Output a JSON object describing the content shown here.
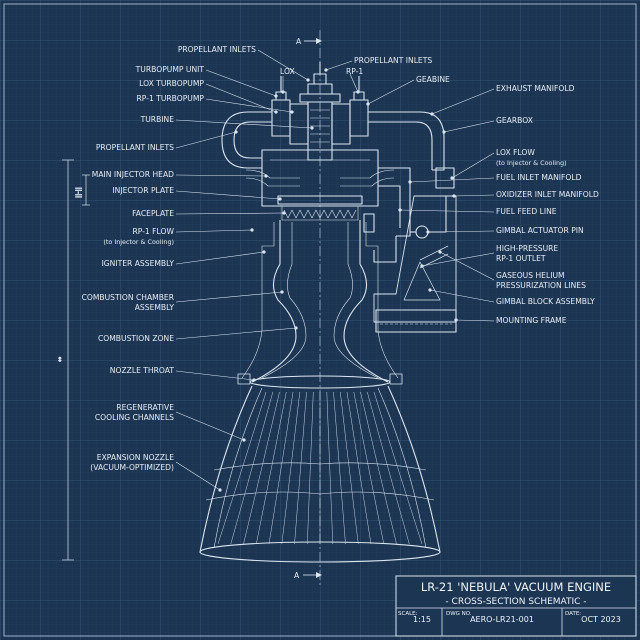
{
  "colors": {
    "background": "#1c3553",
    "grid": "#2c4a6c",
    "line": "#dce6f0"
  },
  "section_marks": {
    "top": "A",
    "bottom": "A"
  },
  "dimension_labels": {
    "left_long": "↔",
    "left_short": "||-||"
  },
  "labels_left": [
    {
      "id": "propellant-inlets-top",
      "text": [
        "PROPELLANT INLETS"
      ]
    },
    {
      "id": "turbopump-unit",
      "text": [
        "TURBOPUMP UNIT"
      ]
    },
    {
      "id": "lox-turbopump",
      "text": [
        "LOX TURBOPUMP"
      ]
    },
    {
      "id": "rp1-turbopump",
      "text": [
        "RP-1 TURBOPUMP"
      ]
    },
    {
      "id": "turbine",
      "text": [
        "TURBINE"
      ]
    },
    {
      "id": "propellant-inlets-left",
      "text": [
        "PROPELLANT INLETS"
      ]
    },
    {
      "id": "main-injector-head",
      "text": [
        "MAIN INJECTOR HEAD"
      ]
    },
    {
      "id": "injector-plate",
      "text": [
        "INJECTOR PLATE"
      ]
    },
    {
      "id": "faceplate",
      "text": [
        "FACEPLATE"
      ]
    },
    {
      "id": "rp1-flow",
      "text": [
        "RP-1 FLOW",
        "(to Injector & Cooling)"
      ]
    },
    {
      "id": "igniter-assembly",
      "text": [
        "IGNITER ASSEMBLY"
      ]
    },
    {
      "id": "combustion-chamber-assembly",
      "text": [
        "COMBUSTION CHAMBER",
        "ASSEMBLY"
      ]
    },
    {
      "id": "combustion-zone",
      "text": [
        "COMBUSTION ZONE"
      ]
    },
    {
      "id": "nozzle-throat",
      "text": [
        "NOZZLE THROAT"
      ]
    },
    {
      "id": "regenerative-cooling-channels",
      "text": [
        "REGENERATIVE",
        "COOLING CHANNELS"
      ]
    },
    {
      "id": "expansion-nozzle",
      "text": [
        "EXPANSION NOZZLE",
        "(VACUUM-OPTIMIZED)"
      ]
    }
  ],
  "labels_top": [
    {
      "id": "lox",
      "text": [
        "LOX"
      ]
    },
    {
      "id": "propellant-inlets-top-right",
      "text": [
        "PROPELLANT INLETS"
      ]
    },
    {
      "id": "rp1",
      "text": [
        "RP-1"
      ]
    },
    {
      "id": "geabine",
      "text": [
        "GEABINE"
      ]
    }
  ],
  "labels_right": [
    {
      "id": "exhaust-manifold",
      "text": [
        "EXHAUST MANIFOLD"
      ]
    },
    {
      "id": "gearbox",
      "text": [
        "GEARBOX"
      ]
    },
    {
      "id": "lox-flow",
      "text": [
        "LOX FLOW",
        "(to Injector & Cooling)"
      ]
    },
    {
      "id": "fuel-inlet-manifold",
      "text": [
        "FUEL INLET MANIFOLD"
      ]
    },
    {
      "id": "oxidizer-inlet-manifold",
      "text": [
        "OXIDIZER INLET MANIFOLD"
      ]
    },
    {
      "id": "fuel-feed-line",
      "text": [
        "FUEL FEED LINE"
      ]
    },
    {
      "id": "gimbal-actuator-pin",
      "text": [
        "GIMBAL ACTUATOR PIN"
      ]
    },
    {
      "id": "high-pressure-rp1-outlet",
      "text": [
        "HIGH-PRESSURE",
        "RP-1 OUTLET"
      ]
    },
    {
      "id": "gaseous-helium-lines",
      "text": [
        "GASEOUS HELIUM",
        "PRESSURIZATION LINES"
      ]
    },
    {
      "id": "gimbal-block-assembly",
      "text": [
        "GIMBAL BLOCK ASSEMBLY"
      ]
    },
    {
      "id": "mounting-frame",
      "text": [
        "MOUNTING FRAME"
      ]
    }
  ],
  "title_block": {
    "title": "LR-21 'NEBULA' VACUUM ENGINE",
    "subtitle": "- CROSS-SECTION SCHEMATIC -",
    "scale_label": "SCALE:",
    "scale_value": "1:15",
    "dwg_label": "DWG NO.",
    "dwg_value": "AERO-LR21-001",
    "date_label": "DATE:",
    "date_value": "OCT 2023"
  }
}
